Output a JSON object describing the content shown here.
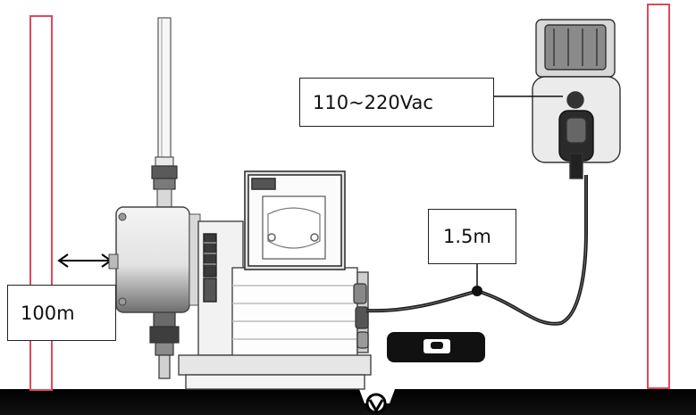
{
  "labels": {
    "voltage": "110~220Vac",
    "cable_length": "1.5m",
    "distance": "100m"
  },
  "colors": {
    "pillar": "#e0485c",
    "floor": "#000000",
    "line": "#111111"
  },
  "icons": {
    "distance_arrow": "double-arrow-icon",
    "level": "bubble-level-icon",
    "drain": "floor-drain-icon"
  }
}
